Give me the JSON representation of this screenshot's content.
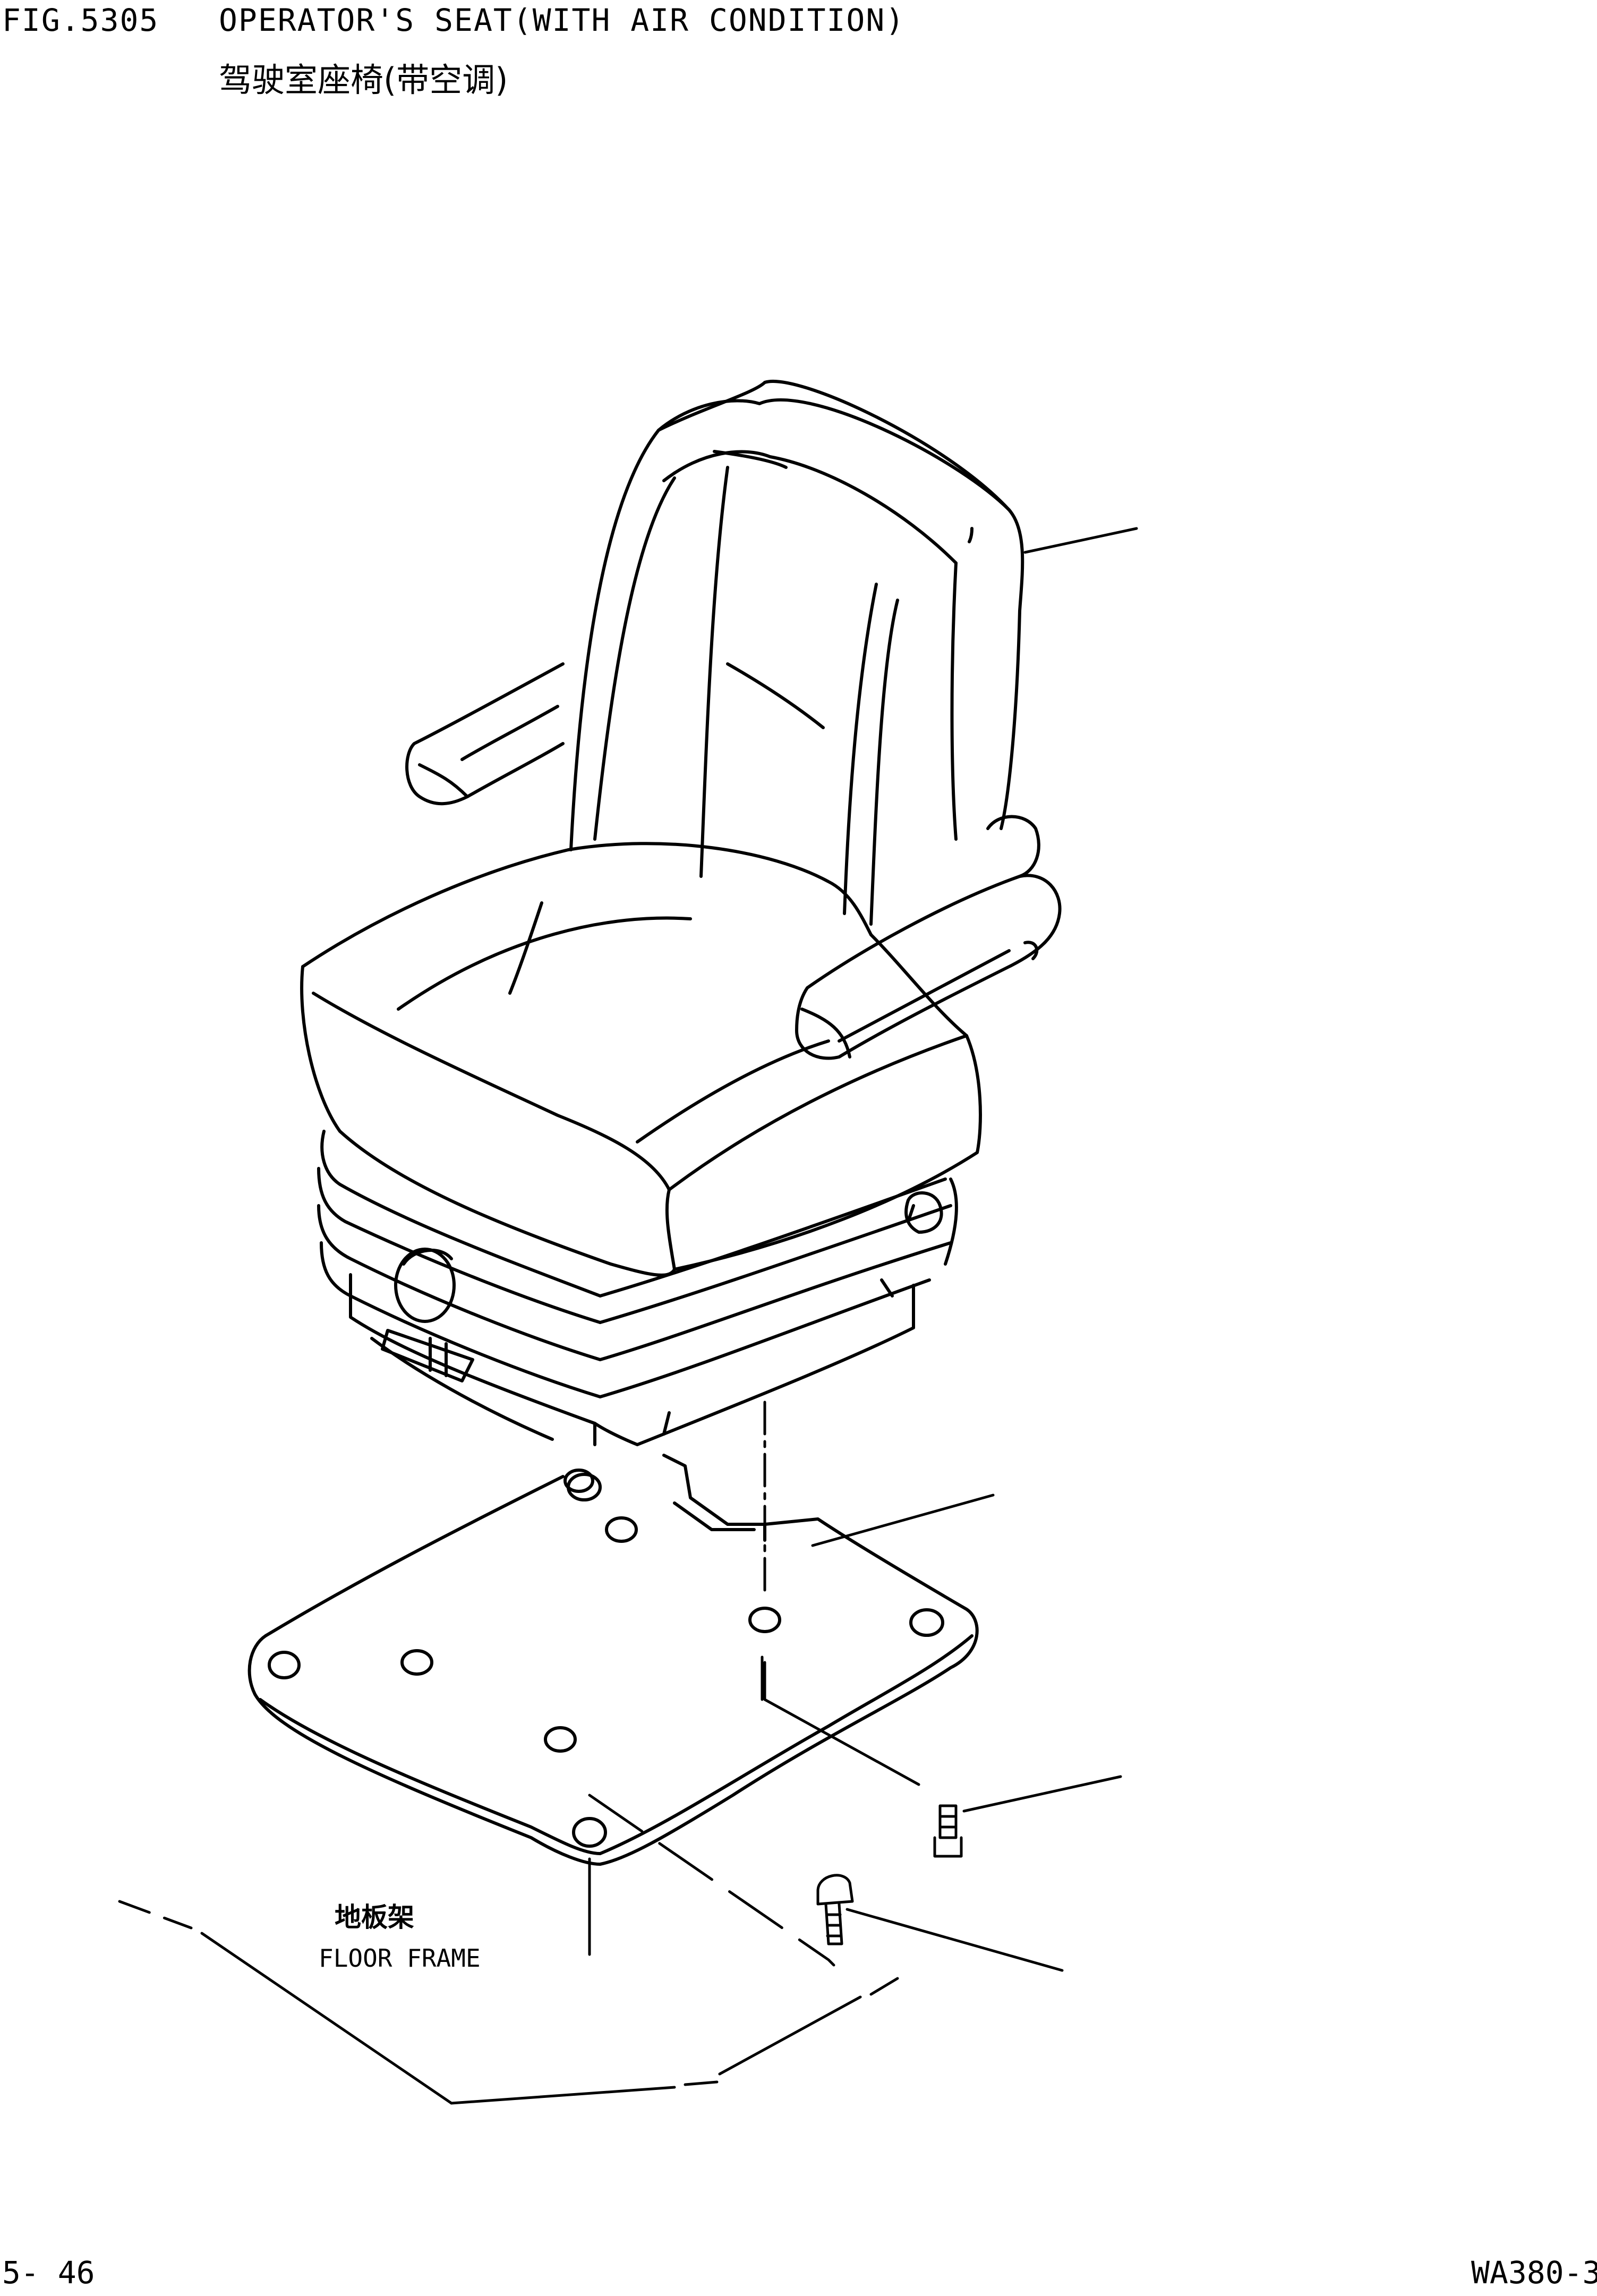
{
  "header": {
    "fig_number": "FIG.5305",
    "title_en": "OPERATOR'S SEAT(WITH AIR CONDITION)",
    "title_cn": "驾驶室座椅(带空调)"
  },
  "labels": {
    "floor_frame_cn": "地板架",
    "floor_frame_en": "FLOOR FRAME"
  },
  "footer": {
    "page": "5- 46",
    "model": "WA380-3"
  },
  "colors": {
    "ink": "#000000",
    "background": "#ffffff"
  }
}
